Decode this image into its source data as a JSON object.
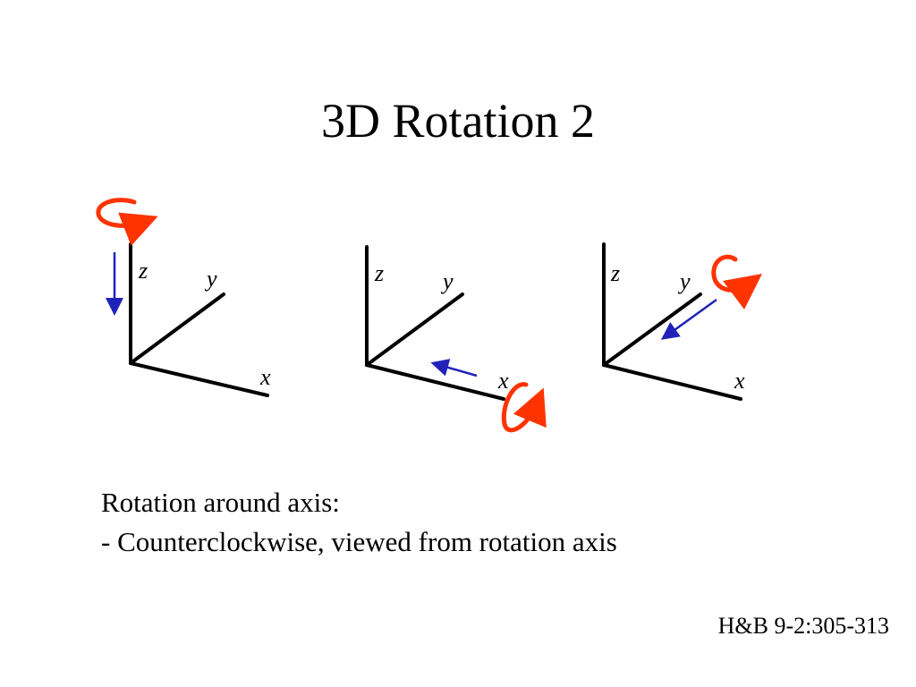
{
  "slide": {
    "title": "3D Rotation 2",
    "body_lines": [
      "Rotation around axis:",
      "- Counterclockwise, viewed from rotation axis"
    ],
    "reference": "H&B 9-2:305-313"
  },
  "diagrams": [
    {
      "rotation_axis": "z",
      "labels": {
        "z": "z",
        "y": "y",
        "x": "x"
      }
    },
    {
      "rotation_axis": "x",
      "labels": {
        "z": "z",
        "y": "y",
        "x": "x"
      }
    },
    {
      "rotation_axis": "y",
      "labels": {
        "z": "z",
        "y": "y",
        "x": "x"
      }
    }
  ],
  "colors": {
    "axis": "#000000",
    "rotation_arrow": "#ff3300",
    "direction_arrow": "#2222bb",
    "background": "#ffffff"
  }
}
